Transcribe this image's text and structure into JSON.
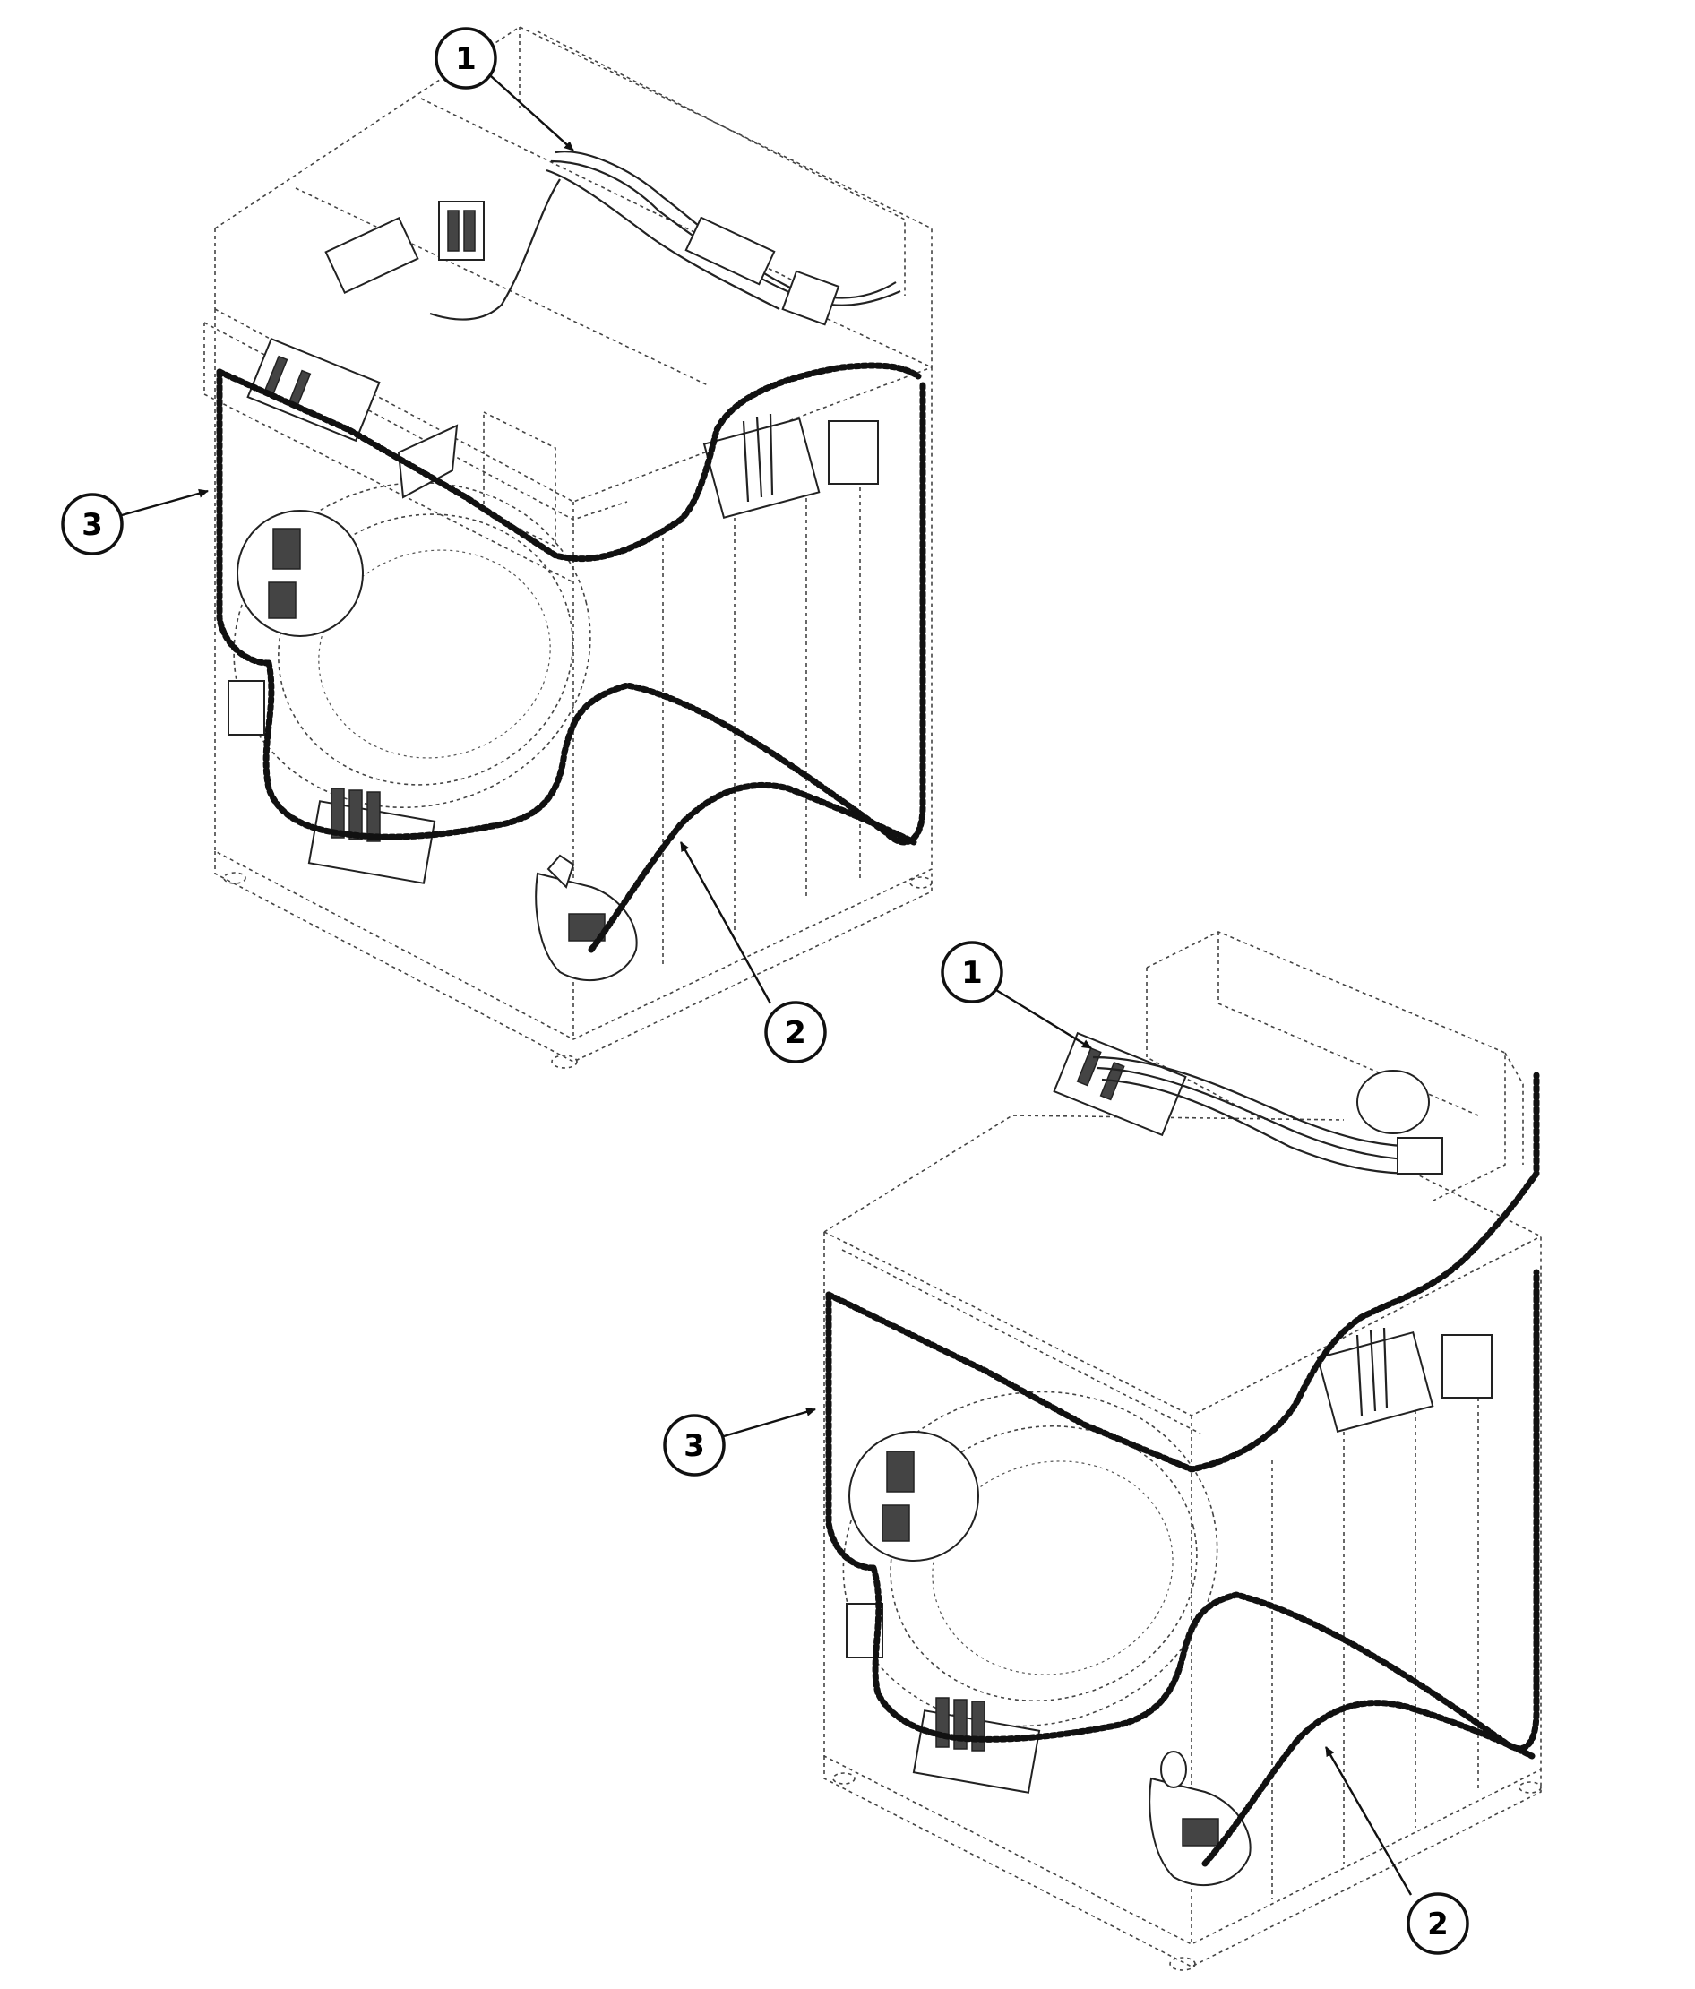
{
  "colors": {
    "line": "#111111",
    "fine_line": "#444444",
    "background": "#ffffff"
  },
  "callouts": [
    {
      "id": "top-1",
      "label": "1"
    },
    {
      "id": "top-2",
      "label": "2"
    },
    {
      "id": "top-3",
      "label": "3"
    },
    {
      "id": "bottom-1",
      "label": "1"
    },
    {
      "id": "bottom-2",
      "label": "2"
    },
    {
      "id": "bottom-3",
      "label": "3"
    }
  ]
}
